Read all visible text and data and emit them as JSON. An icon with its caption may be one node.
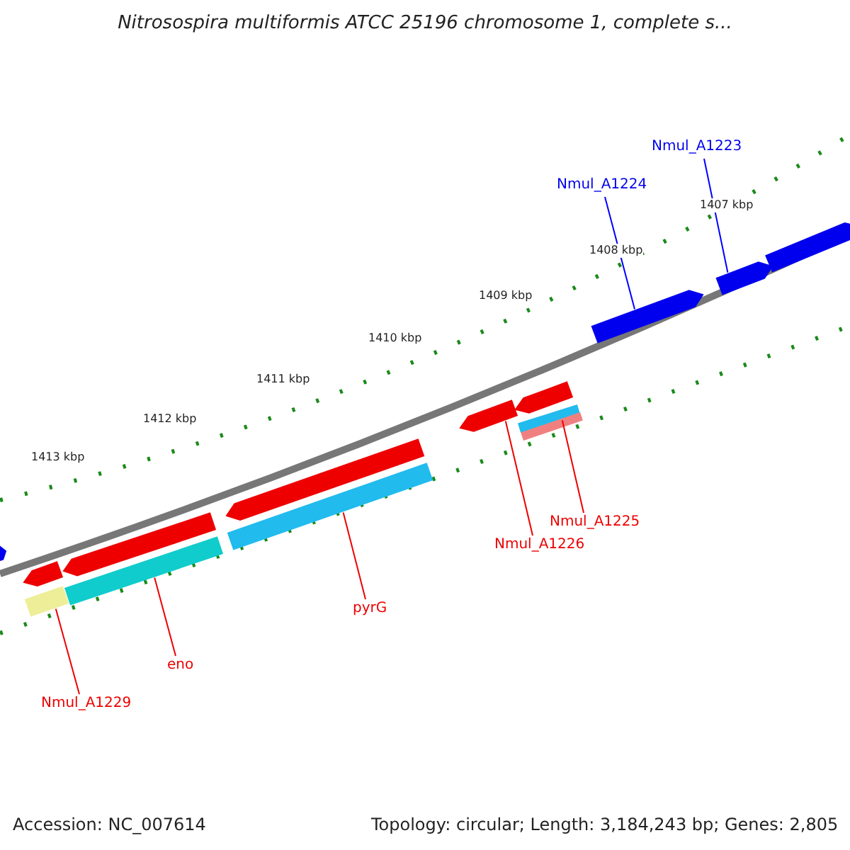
{
  "diagram": {
    "title": "Nitrosospira multiformis ATCC 25196 chromosome 1, complete s...",
    "nodes": [
      {
        "text": [
          "Nmul_A1223"
        ]
      },
      {
        "text": [
          "Nmul_A1224"
        ]
      },
      {
        "text": [
          "Nmul_A1225"
        ]
      },
      {
        "text": [
          "Nmul_A1226"
        ]
      },
      {
        "text": [
          "pyrG"
        ]
      },
      {
        "text": [
          "eno"
        ]
      },
      {
        "text": [
          "Nmul_A1229"
        ]
      },
      {
        "text": [],
        "shape": "arrow"
      },
      {
        "text": [],
        "shape": "arrow"
      },
      {
        "text": [],
        "shape": "bar"
      },
      {
        "text": [],
        "shape": "arrow"
      },
      {
        "text": [],
        "shape": "bar"
      },
      {
        "text": [],
        "shape": "bar"
      },
      {
        "text": [],
        "shape": "bar"
      },
      {
        "text": [],
        "shape": "arrow"
      },
      {
        "text": [],
        "shape": "arrow"
      },
      {
        "text": [],
        "shape": "arrow"
      },
      {
        "text": [],
        "shape": "arrow"
      },
      {
        "text": [],
        "shape": "arrow"
      },
      {
        "text": [],
        "shape": "arrow"
      },
      {
        "text": [],
        "shape": "bar"
      }
    ],
    "edges": [
      {
        "from": 0,
        "to": 7,
        "arrow": "none",
        "color": "#0000ff"
      },
      {
        "from": 1,
        "to": 8,
        "arrow": "none",
        "color": "#0000ff"
      },
      {
        "from": 2,
        "to": 9,
        "arrow": "none"
      },
      {
        "from": 3,
        "to": 10,
        "arrow": "none"
      },
      {
        "from": 4,
        "to": 11,
        "arrow": "none"
      },
      {
        "from": 5,
        "to": 12,
        "arrow": "none"
      },
      {
        "from": 6,
        "to": 13,
        "arrow": "none"
      }
    ],
    "labels": [
      "1407 kbp",
      "1408 kbp",
      "1409 kbp",
      "1410 kbp",
      "1411 kbp",
      "1412 kbp",
      "1413 kbp",
      "Accession: NC_007614",
      "Topology: circular; Length: 3,184,243 bp; Genes: 2,805"
    ]
  }
}
